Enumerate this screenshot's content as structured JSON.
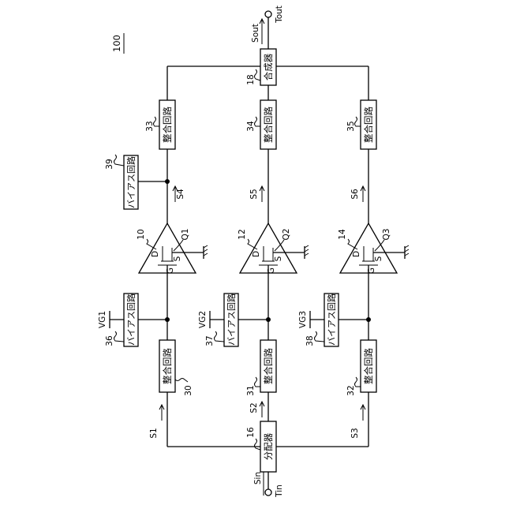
{
  "figure_number": "100",
  "terminals": {
    "input_signal": "Sin",
    "input_terminal": "Tin",
    "output_signal": "Sout",
    "output_terminal": "Tout"
  },
  "blocks": {
    "divider": {
      "ref": "16",
      "label": "分配器"
    },
    "combiner": {
      "ref": "18",
      "label": "合成器"
    },
    "m30": {
      "ref": "30",
      "label": "整合回路"
    },
    "m31": {
      "ref": "31",
      "label": "整合回路"
    },
    "m32": {
      "ref": "32",
      "label": "整合回路"
    },
    "m33": {
      "ref": "33",
      "label": "整合回路"
    },
    "m34": {
      "ref": "34",
      "label": "整合回路"
    },
    "m35": {
      "ref": "35",
      "label": "整合回路"
    },
    "b36": {
      "ref": "36",
      "label": "バイアス回路",
      "voltage": "VG1"
    },
    "b37": {
      "ref": "37",
      "label": "バイアス回路",
      "voltage": "VG2"
    },
    "b38": {
      "ref": "38",
      "label": "バイアス回路",
      "voltage": "VG3"
    },
    "b39": {
      "ref": "39",
      "label": "バイアス回路"
    }
  },
  "amplifiers": {
    "a10": {
      "ref": "10",
      "transistor": "Q1",
      "gate": "G",
      "drain": "D",
      "source": "S"
    },
    "a12": {
      "ref": "12",
      "transistor": "Q2",
      "gate": "G",
      "drain": "D",
      "source": "S"
    },
    "a14": {
      "ref": "14",
      "transistor": "Q3",
      "gate": "G",
      "drain": "D",
      "source": "S"
    }
  },
  "signals": {
    "s1": "S1",
    "s2": "S2",
    "s3": "S3",
    "s4": "S4",
    "s5": "S5",
    "s6": "S6"
  }
}
